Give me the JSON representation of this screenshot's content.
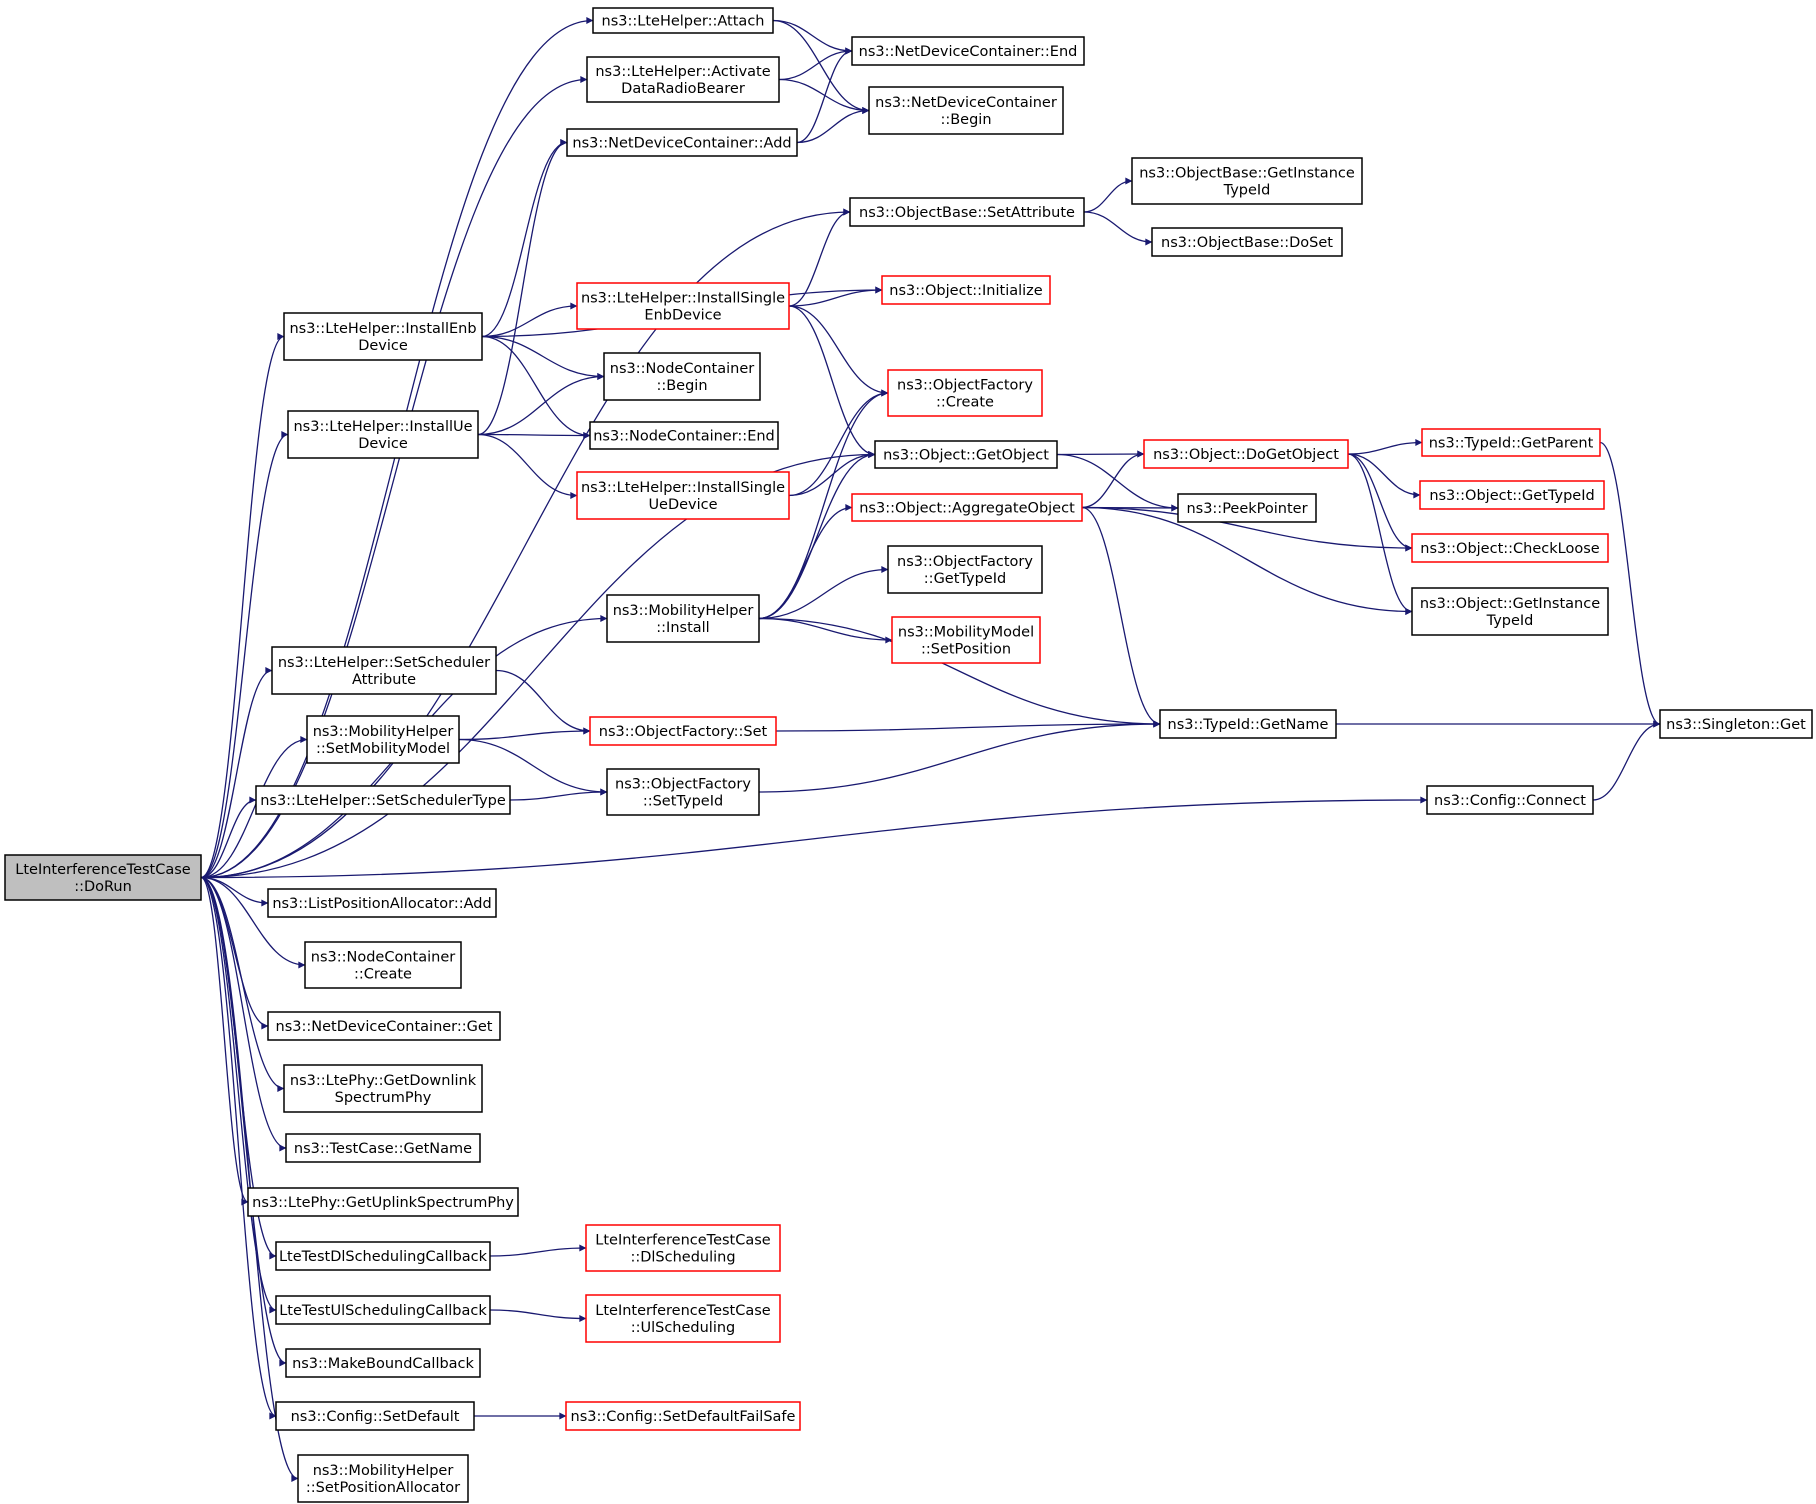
{
  "graph": {
    "root": "LteInterferenceTestCase::DoRun",
    "edge_color": "#191970",
    "node_border_black": "#000000",
    "node_border_red": "#ff0000",
    "root_fill": "#bfbfbf",
    "nodes": [
      {
        "id": "root",
        "lines": [
          "LteInterferenceTestCase",
          "::DoRun"
        ],
        "style": "root"
      },
      {
        "id": "attach",
        "lines": [
          "ns3::LteHelper::Attach"
        ],
        "style": "black"
      },
      {
        "id": "activate",
        "lines": [
          "ns3::LteHelper::Activate",
          "DataRadioBearer"
        ],
        "style": "black"
      },
      {
        "id": "ndcadd",
        "lines": [
          "ns3::NetDeviceContainer::Add"
        ],
        "style": "black"
      },
      {
        "id": "ndcend",
        "lines": [
          "ns3::NetDeviceContainer::End"
        ],
        "style": "black"
      },
      {
        "id": "ndcbegin",
        "lines": [
          "ns3::NetDeviceContainer",
          "::Begin"
        ],
        "style": "black"
      },
      {
        "id": "setattr",
        "lines": [
          "ns3::ObjectBase::SetAttribute"
        ],
        "style": "black"
      },
      {
        "id": "getinst",
        "lines": [
          "ns3::ObjectBase::GetInstance",
          "TypeId"
        ],
        "style": "black"
      },
      {
        "id": "doset",
        "lines": [
          "ns3::ObjectBase::DoSet"
        ],
        "style": "black"
      },
      {
        "id": "installenb",
        "lines": [
          "ns3::LteHelper::InstallEnb",
          "Device"
        ],
        "style": "black"
      },
      {
        "id": "installsingleenb",
        "lines": [
          "ns3::LteHelper::InstallSingle",
          "EnbDevice"
        ],
        "style": "red"
      },
      {
        "id": "objinit",
        "lines": [
          "ns3::Object::Initialize"
        ],
        "style": "red"
      },
      {
        "id": "ncbegin",
        "lines": [
          "ns3::NodeContainer",
          "::Begin"
        ],
        "style": "black"
      },
      {
        "id": "ofcreate",
        "lines": [
          "ns3::ObjectFactory",
          "::Create"
        ],
        "style": "red"
      },
      {
        "id": "installue",
        "lines": [
          "ns3::LteHelper::InstallUe",
          "Device"
        ],
        "style": "black"
      },
      {
        "id": "ncend",
        "lines": [
          "ns3::NodeContainer::End"
        ],
        "style": "black"
      },
      {
        "id": "getobject",
        "lines": [
          "ns3::Object::GetObject"
        ],
        "style": "black"
      },
      {
        "id": "dogetobject",
        "lines": [
          "ns3::Object::DoGetObject"
        ],
        "style": "red"
      },
      {
        "id": "getparent",
        "lines": [
          "ns3::TypeId::GetParent"
        ],
        "style": "red"
      },
      {
        "id": "installsingleue",
        "lines": [
          "ns3::LteHelper::InstallSingle",
          "UeDevice"
        ],
        "style": "red"
      },
      {
        "id": "aggregate",
        "lines": [
          "ns3::Object::AggregateObject"
        ],
        "style": "red"
      },
      {
        "id": "peek",
        "lines": [
          "ns3::PeekPointer"
        ],
        "style": "black"
      },
      {
        "id": "objgettypeid",
        "lines": [
          "ns3::Object::GetTypeId"
        ],
        "style": "red"
      },
      {
        "id": "checkloose",
        "lines": [
          "ns3::Object::CheckLoose"
        ],
        "style": "red"
      },
      {
        "id": "ofgettypeid",
        "lines": [
          "ns3::ObjectFactory",
          "::GetTypeId"
        ],
        "style": "black"
      },
      {
        "id": "mhinstall",
        "lines": [
          "ns3::MobilityHelper",
          "::Install"
        ],
        "style": "black"
      },
      {
        "id": "objgetinst",
        "lines": [
          "ns3::Object::GetInstance",
          "TypeId"
        ],
        "style": "black"
      },
      {
        "id": "mmsetpos",
        "lines": [
          "ns3::MobilityModel",
          "::SetPosition"
        ],
        "style": "red"
      },
      {
        "id": "setschedattr",
        "lines": [
          "ns3::LteHelper::SetScheduler",
          "Attribute"
        ],
        "style": "black"
      },
      {
        "id": "setmobmodel",
        "lines": [
          "ns3::MobilityHelper",
          "::SetMobilityModel"
        ],
        "style": "black"
      },
      {
        "id": "ofset",
        "lines": [
          "ns3::ObjectFactory::Set"
        ],
        "style": "red"
      },
      {
        "id": "typeidname",
        "lines": [
          "ns3::TypeId::GetName"
        ],
        "style": "black"
      },
      {
        "id": "singleton",
        "lines": [
          "ns3::Singleton::Get"
        ],
        "style": "black"
      },
      {
        "id": "setschedtype",
        "lines": [
          "ns3::LteHelper::SetSchedulerType"
        ],
        "style": "black"
      },
      {
        "id": "ofsettypeid",
        "lines": [
          "ns3::ObjectFactory",
          "::SetTypeId"
        ],
        "style": "black"
      },
      {
        "id": "cfgconnect",
        "lines": [
          "ns3::Config::Connect"
        ],
        "style": "black"
      },
      {
        "id": "lpaadd",
        "lines": [
          "ns3::ListPositionAllocator::Add"
        ],
        "style": "black"
      },
      {
        "id": "nccreate",
        "lines": [
          "ns3::NodeContainer",
          "::Create"
        ],
        "style": "black"
      },
      {
        "id": "ndcget",
        "lines": [
          "ns3::NetDeviceContainer::Get"
        ],
        "style": "black"
      },
      {
        "id": "getdlphy",
        "lines": [
          "ns3::LtePhy::GetDownlink",
          "SpectrumPhy"
        ],
        "style": "black"
      },
      {
        "id": "tcgetname",
        "lines": [
          "ns3::TestCase::GetName"
        ],
        "style": "black"
      },
      {
        "id": "getulphy",
        "lines": [
          "ns3::LtePhy::GetUplinkSpectrumPhy"
        ],
        "style": "black"
      },
      {
        "id": "dlcb",
        "lines": [
          "LteTestDlSchedulingCallback"
        ],
        "style": "black"
      },
      {
        "id": "dlsched",
        "lines": [
          "LteInterferenceTestCase",
          "::DlScheduling"
        ],
        "style": "red"
      },
      {
        "id": "ulcb",
        "lines": [
          "LteTestUlSchedulingCallback"
        ],
        "style": "black"
      },
      {
        "id": "ulsched",
        "lines": [
          "LteInterferenceTestCase",
          "::UlScheduling"
        ],
        "style": "red"
      },
      {
        "id": "makebound",
        "lines": [
          "ns3::MakeBoundCallback"
        ],
        "style": "black"
      },
      {
        "id": "cfgsetdefault",
        "lines": [
          "ns3::Config::SetDefault"
        ],
        "style": "black"
      },
      {
        "id": "cfgsetdefaultfs",
        "lines": [
          "ns3::Config::SetDefaultFailSafe"
        ],
        "style": "red"
      },
      {
        "id": "setposalloc",
        "lines": [
          "ns3::MobilityHelper",
          "::SetPositionAllocator"
        ],
        "style": "black"
      }
    ],
    "edges": [
      [
        "root",
        "attach"
      ],
      [
        "root",
        "activate"
      ],
      [
        "root",
        "setattr"
      ],
      [
        "root",
        "installenb"
      ],
      [
        "root",
        "installue"
      ],
      [
        "root",
        "getobject"
      ],
      [
        "root",
        "mhinstall"
      ],
      [
        "root",
        "setschedattr"
      ],
      [
        "root",
        "setmobmodel"
      ],
      [
        "root",
        "setschedtype"
      ],
      [
        "root",
        "cfgconnect"
      ],
      [
        "root",
        "lpaadd"
      ],
      [
        "root",
        "nccreate"
      ],
      [
        "root",
        "ndcget"
      ],
      [
        "root",
        "getdlphy"
      ],
      [
        "root",
        "tcgetname"
      ],
      [
        "root",
        "getulphy"
      ],
      [
        "root",
        "dlcb"
      ],
      [
        "root",
        "ulcb"
      ],
      [
        "root",
        "makebound"
      ],
      [
        "root",
        "cfgsetdefault"
      ],
      [
        "root",
        "setposalloc"
      ],
      [
        "attach",
        "ndcend"
      ],
      [
        "attach",
        "ndcbegin"
      ],
      [
        "activate",
        "ndcend"
      ],
      [
        "activate",
        "ndcbegin"
      ],
      [
        "ndcadd",
        "ndcend"
      ],
      [
        "ndcadd",
        "ndcbegin"
      ],
      [
        "setattr",
        "getinst"
      ],
      [
        "setattr",
        "doset"
      ],
      [
        "installenb",
        "ndcadd"
      ],
      [
        "installenb",
        "objinit"
      ],
      [
        "installenb",
        "installsingleenb"
      ],
      [
        "installenb",
        "ncbegin"
      ],
      [
        "installenb",
        "ncend"
      ],
      [
        "installsingleenb",
        "setattr"
      ],
      [
        "installsingleenb",
        "objinit"
      ],
      [
        "installsingleenb",
        "ofcreate"
      ],
      [
        "installsingleenb",
        "getobject"
      ],
      [
        "installue",
        "ndcadd"
      ],
      [
        "installue",
        "ncbegin"
      ],
      [
        "installue",
        "ncend"
      ],
      [
        "installue",
        "installsingleue"
      ],
      [
        "installsingleue",
        "ofcreate"
      ],
      [
        "installsingleue",
        "getobject"
      ],
      [
        "getobject",
        "dogetobject"
      ],
      [
        "getobject",
        "peek"
      ],
      [
        "dogetobject",
        "getparent"
      ],
      [
        "dogetobject",
        "objgettypeid"
      ],
      [
        "dogetobject",
        "checkloose"
      ],
      [
        "dogetobject",
        "objgetinst"
      ],
      [
        "aggregate",
        "dogetobject"
      ],
      [
        "aggregate",
        "peek"
      ],
      [
        "aggregate",
        "checkloose"
      ],
      [
        "aggregate",
        "objgetinst"
      ],
      [
        "aggregate",
        "typeidname"
      ],
      [
        "getparent",
        "singleton"
      ],
      [
        "mhinstall",
        "ofcreate"
      ],
      [
        "mhinstall",
        "getobject"
      ],
      [
        "mhinstall",
        "aggregate"
      ],
      [
        "mhinstall",
        "ofgettypeid"
      ],
      [
        "mhinstall",
        "mmsetpos"
      ],
      [
        "mhinstall",
        "typeidname"
      ],
      [
        "setschedattr",
        "ofset"
      ],
      [
        "setmobmodel",
        "ofset"
      ],
      [
        "setmobmodel",
        "ofsettypeid"
      ],
      [
        "setschedtype",
        "ofsettypeid"
      ],
      [
        "ofset",
        "typeidname"
      ],
      [
        "ofsettypeid",
        "typeidname"
      ],
      [
        "typeidname",
        "singleton"
      ],
      [
        "cfgconnect",
        "singleton"
      ],
      [
        "dlcb",
        "dlsched"
      ],
      [
        "ulcb",
        "ulsched"
      ],
      [
        "cfgsetdefault",
        "cfgsetdefaultfs"
      ]
    ]
  }
}
